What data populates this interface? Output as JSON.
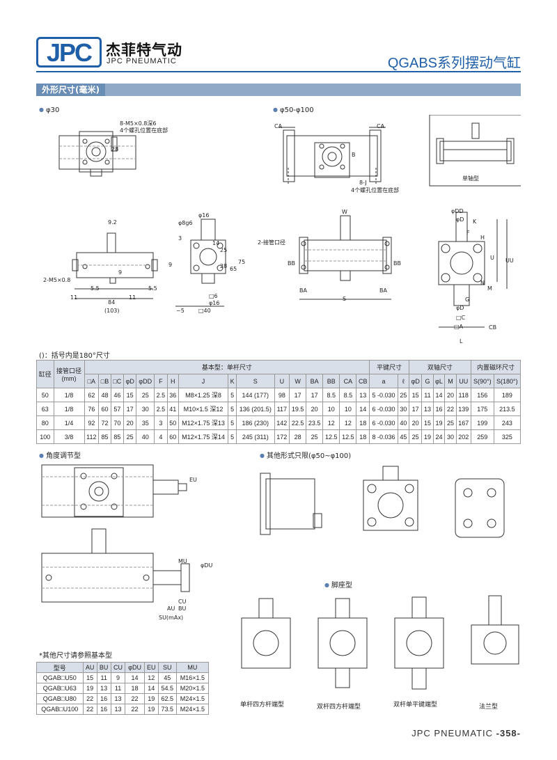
{
  "header": {
    "logo_text": "JPC",
    "brand_cn": "杰菲特气动",
    "brand_en": "JPC PNEUMATIC",
    "series_code": "QGABS",
    "series_name": "系列摆动气缸"
  },
  "section_title": "外形尺寸(毫米)",
  "labels": {
    "phi30": "φ30",
    "phi50_100": "φ50-φ100",
    "single_shaft": "单轴型",
    "note_bracket": "()：括号内是180°尺寸",
    "angle_adjust": "角度调节型",
    "other_forms": "其他形式只限(φ50~φ100)",
    "foot_type": "脚座型",
    "single_square": "单杆四方杆端型",
    "double_square": "双杆四方杆端型",
    "double_key": "双杆单平键端型",
    "flange": "法兰型",
    "refer_note": "*其他尺寸请参照基本型"
  },
  "dims": {
    "m5_depth": "8-M5×0.8深6",
    "holes_bottom": "4个螺孔位置在底部",
    "d28": "28",
    "ca": "CA",
    "b": "B",
    "j8": "8-J",
    "holes_bottom2": "4个螺孔位置在底部",
    "d92": "9.2",
    "m2": "2-M5×0.8",
    "d9": "9",
    "d55a": "5.5",
    "d55b": "5.5",
    "d11a": "11",
    "d11b": "11",
    "d84": "84",
    "d103": "(103)",
    "phi16": "φ16",
    "phi8g6": "φ8g6",
    "tol3": "3",
    "d14": "14",
    "d25": "25",
    "d28b": "28",
    "d65": "65",
    "d75": "75",
    "d9b": "9",
    "sq6": "□6",
    "phi16b": "φ16",
    "sq40": "□40",
    "tilde5": "~5",
    "w": "W",
    "port2": "2-接管口径",
    "bb1": "BB",
    "bb2": "BB",
    "ba1": "BA",
    "ba2": "BA",
    "s": "S",
    "phidd": "φDD",
    "phid": "φD",
    "k": "K",
    "f": "F",
    "h": "H",
    "u": "U",
    "uu": "UU",
    "n": "N",
    "m": "M",
    "l": "L",
    "g": "G",
    "phid2": "φD",
    "sqc": "□C",
    "sqa": "□A",
    "cb": "CB",
    "eu": "EU",
    "mu": "MU",
    "du": "φDU",
    "cu": "CU",
    "au": "AU",
    "bu": "BU",
    "su": "SU(mAx)"
  },
  "main_table": {
    "h_bore": "缸径",
    "h_port": "接管口径",
    "h_port_unit": "(mm)",
    "h_basic": "基本型：单杆尺寸",
    "h_key": "平键尺寸",
    "h_double": "双轴尺寸",
    "h_ring": "内置磁环尺寸",
    "cols": [
      "□A",
      "□B",
      "□C",
      "φD",
      "φDD",
      "F",
      "H",
      "J",
      "K",
      "S",
      "U",
      "W",
      "BA",
      "BB",
      "CA",
      "CB",
      "a",
      "ℓ",
      "φD",
      "G",
      "φL",
      "M",
      "UU",
      "S(90°)",
      "S(180°)"
    ],
    "rows": [
      {
        "bore": "50",
        "port": "1/8",
        "v": [
          "62",
          "48",
          "46",
          "15",
          "25",
          "2.5",
          "36",
          "M8×1.25 深8",
          "5",
          "144 (177)",
          "98",
          "17",
          "17",
          "8.5",
          "8.5",
          "13",
          "5 -0.030",
          "25",
          "15",
          "11",
          "14",
          "20",
          "118",
          "156",
          "189"
        ]
      },
      {
        "bore": "63",
        "port": "1/8",
        "v": [
          "76",
          "60",
          "57",
          "17",
          "30",
          "2.5",
          "41",
          "M10×1.5 深12",
          "5",
          "136 (201.5)",
          "117",
          "19.5",
          "20",
          "10",
          "10",
          "14",
          "6 -0.030",
          "30",
          "17",
          "13",
          "16",
          "22",
          "139",
          "175",
          "213.5"
        ]
      },
      {
        "bore": "80",
        "port": "1/4",
        "v": [
          "92",
          "72",
          "70",
          "20",
          "35",
          "3",
          "50",
          "M12×1.75 深13",
          "5",
          "186 (230)",
          "142",
          "22.5",
          "23.5",
          "12",
          "12",
          "18",
          "6 -0.030",
          "40",
          "20",
          "15",
          "19",
          "25",
          "167",
          "199",
          "243"
        ]
      },
      {
        "bore": "100",
        "port": "3/8",
        "v": [
          "112",
          "85",
          "85",
          "25",
          "40",
          "4",
          "60",
          "M12×1.75 深14",
          "5",
          "245 (311)",
          "172",
          "28",
          "25",
          "12.5",
          "12.5",
          "18",
          "8 -0.036",
          "45",
          "25",
          "19",
          "24",
          "30",
          "202",
          "259",
          "325"
        ]
      }
    ]
  },
  "sub_table": {
    "cols": [
      "型号",
      "AU",
      "BU",
      "CU",
      "φDU",
      "EU",
      "SU",
      "MU"
    ],
    "rows": [
      [
        "QGAB□U50",
        "15",
        "11",
        "9",
        "14",
        "12",
        "45",
        "M16×1.5"
      ],
      [
        "QGAB□U63",
        "19",
        "13",
        "11",
        "18",
        "14",
        "54.5",
        "M20×1.5"
      ],
      [
        "QGAB□U80",
        "22",
        "16",
        "13",
        "22",
        "19",
        "62.5",
        "M24×1.5"
      ],
      [
        "QGAB□U100",
        "22",
        "16",
        "13",
        "22",
        "19",
        "73.5",
        "M24×1.5"
      ]
    ]
  },
  "footer": {
    "brand": "JPC PNEUMATIC",
    "page": "-358-"
  }
}
